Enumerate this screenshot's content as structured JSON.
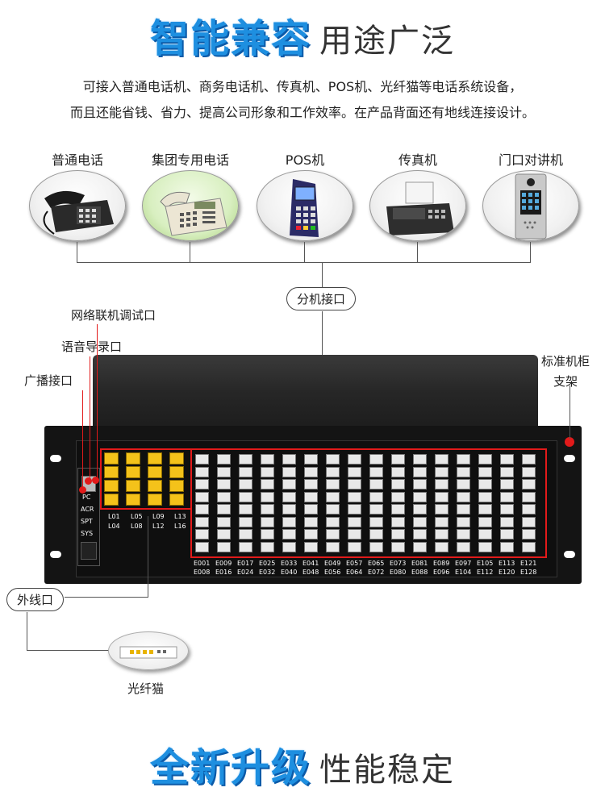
{
  "heading1": {
    "highlight": "智能兼容",
    "rest": "用途广泛"
  },
  "description": {
    "line1": "可接入普通电话机、商务电话机、传真机、POS机、光纤猫等电话系统设备，",
    "line2": "而且还能省钱、省力、提高公司形象和工作效率。在产品背面还有地线连接设计。"
  },
  "devices": [
    {
      "label": "普通电话"
    },
    {
      "label": "集团专用电话"
    },
    {
      "label": "POS机"
    },
    {
      "label": "传真机"
    },
    {
      "label": "门口对讲机"
    }
  ],
  "extension_interface": "分机接口",
  "callouts": {
    "network": "网络联机调试口",
    "voice": "语音导录口",
    "broadcast": "广播接口",
    "rack_line1": "标准机柜",
    "rack_line2": "支架",
    "outer_line": "外线口",
    "modem": "光纤猫"
  },
  "panel": {
    "left_labels": [
      "PC",
      "ACR",
      "SPT",
      "SYS"
    ],
    "line_labels_top": [
      "L01",
      "L05",
      "L09",
      "L13"
    ],
    "line_labels_bottom": [
      "L04",
      "L08",
      "L12",
      "L16"
    ],
    "ext_labels_top": [
      "E001",
      "E009",
      "E017",
      "E025",
      "E033",
      "E041",
      "E049",
      "E057",
      "E065",
      "E073",
      "E081",
      "E089",
      "E097",
      "E105",
      "E113",
      "E121"
    ],
    "ext_labels_bottom": [
      "E008",
      "E016",
      "E024",
      "E032",
      "E040",
      "E048",
      "E056",
      "E064",
      "E072",
      "E080",
      "E088",
      "E096",
      "E104",
      "E112",
      "E120",
      "E128"
    ]
  },
  "heading2": {
    "highlight": "全新升级",
    "rest": "性能稳定"
  },
  "colors": {
    "accent_blue": "#1e8fe0",
    "highlight_red": "#e21a1a",
    "port_yellow": "#f4c21a"
  }
}
